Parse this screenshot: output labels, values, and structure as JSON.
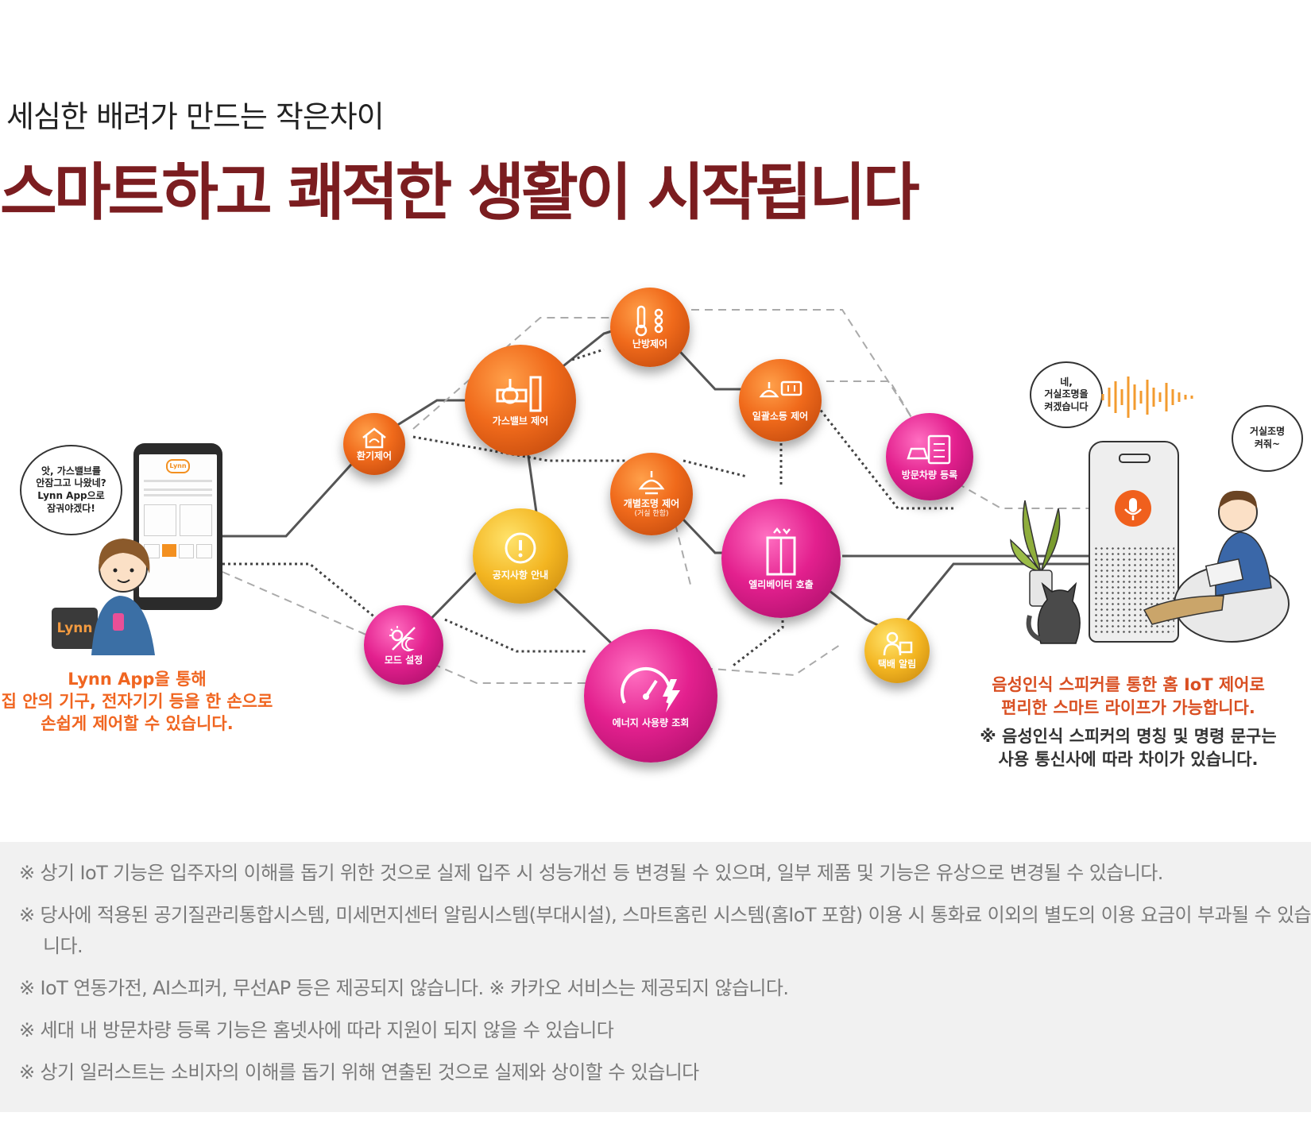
{
  "header": {
    "subtitle": "세심한 배려가 만드는 작은차이",
    "title": "스마트하고 쾌적한 생활이 시작됩니다"
  },
  "left_scene": {
    "bubble": [
      "앗, 가스밸브를",
      "안잠그고 나왔네?",
      "Lynn App으로",
      "잠궈야겠다!"
    ],
    "phone_brand": "Lynn",
    "badge": "Lynn",
    "caption": [
      "Lynn App을 통해",
      "집 안의 기구, 전자기기 등을 한 손으로",
      "손쉽게 제어할 수 있습니다."
    ]
  },
  "nodes": {
    "heating": "난방제어",
    "gas_valve": "가스밸브 제어",
    "ventilation": "환기제어",
    "standby_power": "일괄소등 제어",
    "visitor_car": "방문차량 등록",
    "light": "개별조명 제어",
    "light_sub": "(거실 한함)",
    "notice": "공지사항 안내",
    "elevator": "엘리베이터 호출",
    "mode": "모드 설정",
    "delivery": "택배 알림",
    "energy": "에너지 사용량 조회"
  },
  "right_scene": {
    "speaker_bubble": [
      "네,",
      "거실조명을",
      "켜겠습니다"
    ],
    "man_bubble": [
      "거실조명",
      "켜줘~"
    ],
    "caption_red": [
      "음성인식 스피커를 통한 홈 IoT 제어로",
      "편리한 스마트 라이프가 가능합니다."
    ],
    "caption_note": [
      "※ 음성인식 스피커의 명칭 및 명령 문구는",
      "사용 통신사에 따라 차이가 있습니다."
    ]
  },
  "notes": [
    "※ 상기 IoT 기능은 입주자의 이해를 돕기 위한 것으로 실제 입주 시 성능개선 등 변경될 수 있으며, 일부 제품 및 기능은 유상으로 변경될 수 있습니다.",
    "※ 당사에 적용된 공기질관리통합시스템, 미세먼지센터 알림시스템(부대시설), 스마트홈린 시스템(홈IoT 포함) 이용 시 통화료 이외의 별도의 이용 요금이 부과될 수 있습니다.",
    "※ IoT 연동가전, AI스피커, 무선AP 등은 제공되지 않습니다.  ※ 카카오 서비스는 제공되지 않습니다.",
    "※ 세대 내 방문차량 등록 기능은 홈넷사에 따라 지원이 되지 않을 수 있습니다",
    "※ 상기 일러스트는 소비자의 이해를 돕기 위해 연출된 것으로 실제와 상이할 수 있습니다"
  ]
}
